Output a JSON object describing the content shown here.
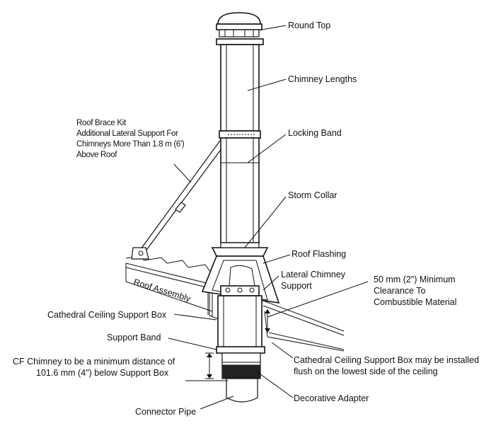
{
  "labels": {
    "round_top": "Round Top",
    "chimney_lengths": "Chimney Lengths",
    "roof_brace_kit": [
      "Roof Brace Kit",
      "Additional Lateral Support For",
      "Chimneys More Than 1.8 m (6')",
      "Above Roof"
    ],
    "locking_band": "Locking Band",
    "storm_collar": "Storm Collar",
    "roof_flashing": "Roof Flashing",
    "lateral_chimney_support": [
      "Lateral Chimney",
      "Support"
    ],
    "roof_assembly": "Roof Assembly",
    "minimum_clearance": [
      "50 mm (2\") Minimum",
      "Clearance To",
      "Combustible Material"
    ],
    "cathedral_ceiling_support_box": "Cathedral Ceiling Support Box",
    "support_band": "Support Band",
    "cf_chimney_note": [
      "CF Chimney to be a minimum distance of",
      "101.6 mm (4\") below Support Box"
    ],
    "support_box_note": [
      "Cathedral Ceiling Support Box may be installed",
      "flush on the lowest side of the ceiling"
    ],
    "decorative_adapter": "Decorative Adapter",
    "connector_pipe": "Connector Pipe"
  }
}
